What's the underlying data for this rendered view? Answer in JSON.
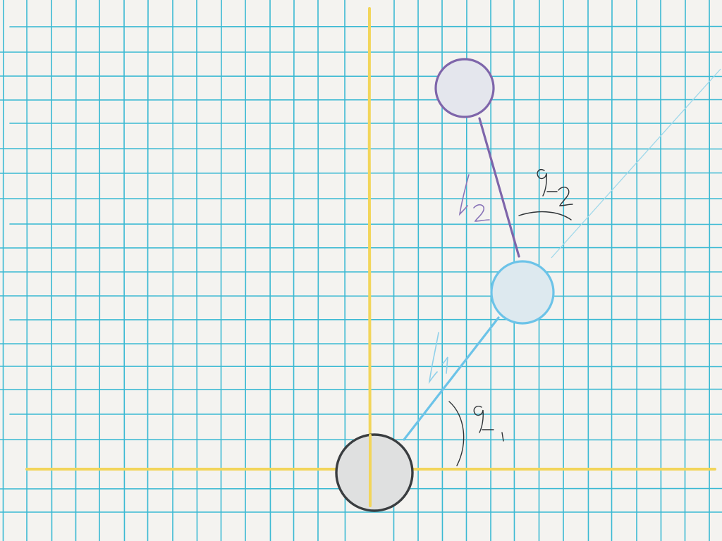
{
  "diagram": {
    "labels": {
      "link1": "l1",
      "link2": "l2",
      "angle1": "q1",
      "angle2": "q2"
    },
    "colors": {
      "paper": "#f4f3f0",
      "grid": "#3ab9d3",
      "axes": "#f2d55a",
      "base_joint": "#3a3d40",
      "elbow_joint": "#6cc3e8",
      "end_effector": "#7e65aa",
      "link1": "#6cc3e8",
      "link2": "#7e65aa",
      "angle_ink": "#2f3336"
    }
  }
}
